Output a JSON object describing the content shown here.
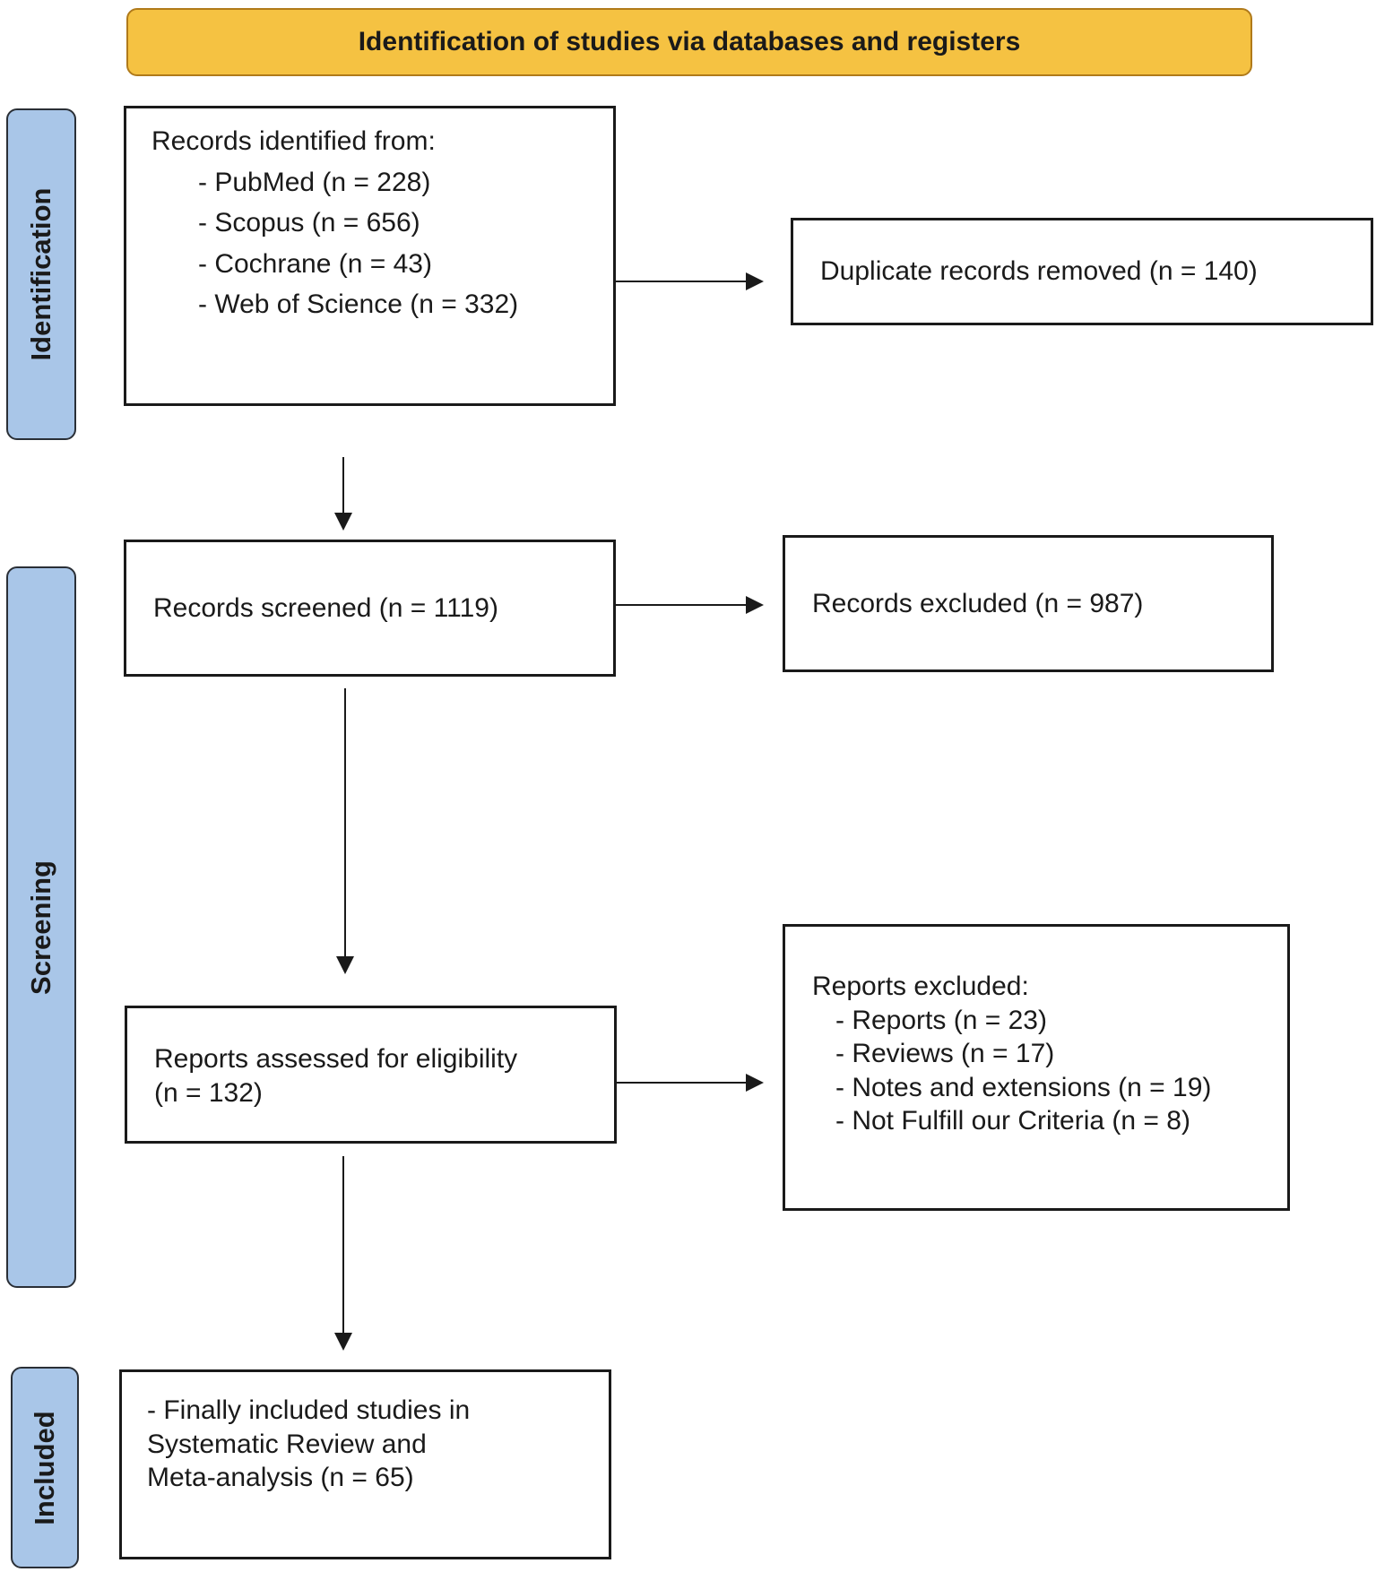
{
  "header": {
    "title": "Identification of studies via databases and registers"
  },
  "phases": {
    "identification": "Identification",
    "screening": "Screening",
    "included": "Included"
  },
  "identification": {
    "records_identified": {
      "heading": "Records identified from:",
      "sources": [
        "- PubMed (n = 228)",
        "- Scopus (n = 656)",
        "- Cochrane (n = 43)",
        "- Web of Science (n = 332)"
      ]
    },
    "duplicates_removed": "Duplicate records removed (n = 140)"
  },
  "screening": {
    "records_screened": "Records screened (n = 1119)",
    "records_excluded": "Records excluded (n = 987)",
    "reports_assessed": {
      "line1": "Reports assessed for eligibility",
      "line2": "(n = 132)"
    },
    "reports_excluded": {
      "heading": "Reports excluded:",
      "reasons": [
        "- Reports (n = 23)",
        "- Reviews (n = 17)",
        "- Notes and extensions (n = 19)",
        "- Not Fulfill our Criteria (n = 8)"
      ]
    }
  },
  "included": {
    "lines": [
      "- Finally included studies in",
      "Systematic Review and",
      "Meta-analysis (n = 65)"
    ]
  }
}
